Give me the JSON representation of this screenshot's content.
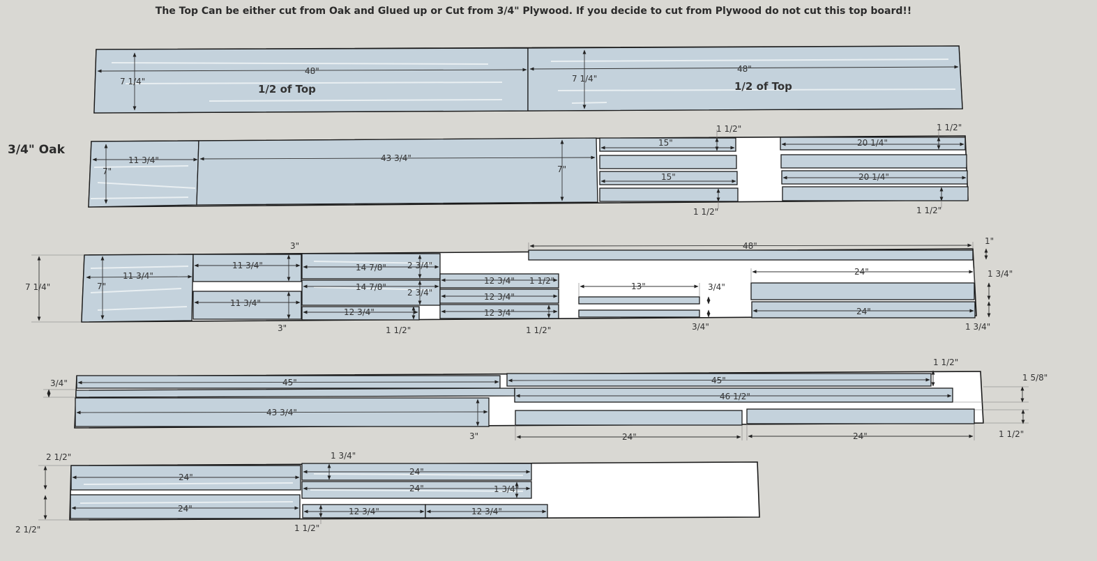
{
  "title": "The Top Can be either cut from Oak and Glued up or Cut from 3/4\" Plywood.  If you decide to cut from Plywood do not cut this top board!!",
  "material_label": "3/4\" Oak",
  "board1": {
    "left_label": "1/2 of Top",
    "right_label": "1/2 of Top",
    "dims": [
      "7 1/4\"",
      "48\"",
      "7 1/4\"",
      "48\""
    ]
  },
  "board2": {
    "dims": [
      "11 3/4\"",
      "7\"",
      "43 3/4\"",
      "7\"",
      "15\"",
      "15\"",
      "1 1/2\"",
      "1 1/2\"",
      "20 1/4\"",
      "20 1/4\"",
      "1 1/2\"",
      "1 1/2\""
    ]
  },
  "board3": {
    "dims": [
      "7 1/4\"",
      "11 3/4\"",
      "7\"",
      "11 3/4\"",
      "11 3/4\"",
      "3\"",
      "3\"",
      "14 7/8\"",
      "2 3/4\"",
      "14 7/8\"",
      "2 3/4\"",
      "12 3/4\"",
      "12 3/4\"",
      "1 1/2\"",
      "12 3/4\"",
      "12 3/4\"",
      "1 1/2\"",
      "1 1/2\"",
      "13\"",
      "3/4\"",
      "3/4\"",
      "48\"",
      "1\"",
      "24\"",
      "1 3/4\"",
      "24\"",
      "1 3/4\""
    ]
  },
  "board4": {
    "dims": [
      "3/4\"",
      "45\"",
      "45\"",
      "1 1/2\"",
      "46 1/2\"",
      "1 5/8\"",
      "43 3/4\"",
      "3\"",
      "24\"",
      "24\"",
      "1 1/2\""
    ]
  },
  "board5": {
    "dims": [
      "2 1/2\"",
      "24\"",
      "24\"",
      "2 1/2\"",
      "1 3/4\"",
      "24\"",
      "24\"",
      "1 3/4\"",
      "12 3/4\"",
      "12 3/4\"",
      "1 1/2\""
    ]
  }
}
